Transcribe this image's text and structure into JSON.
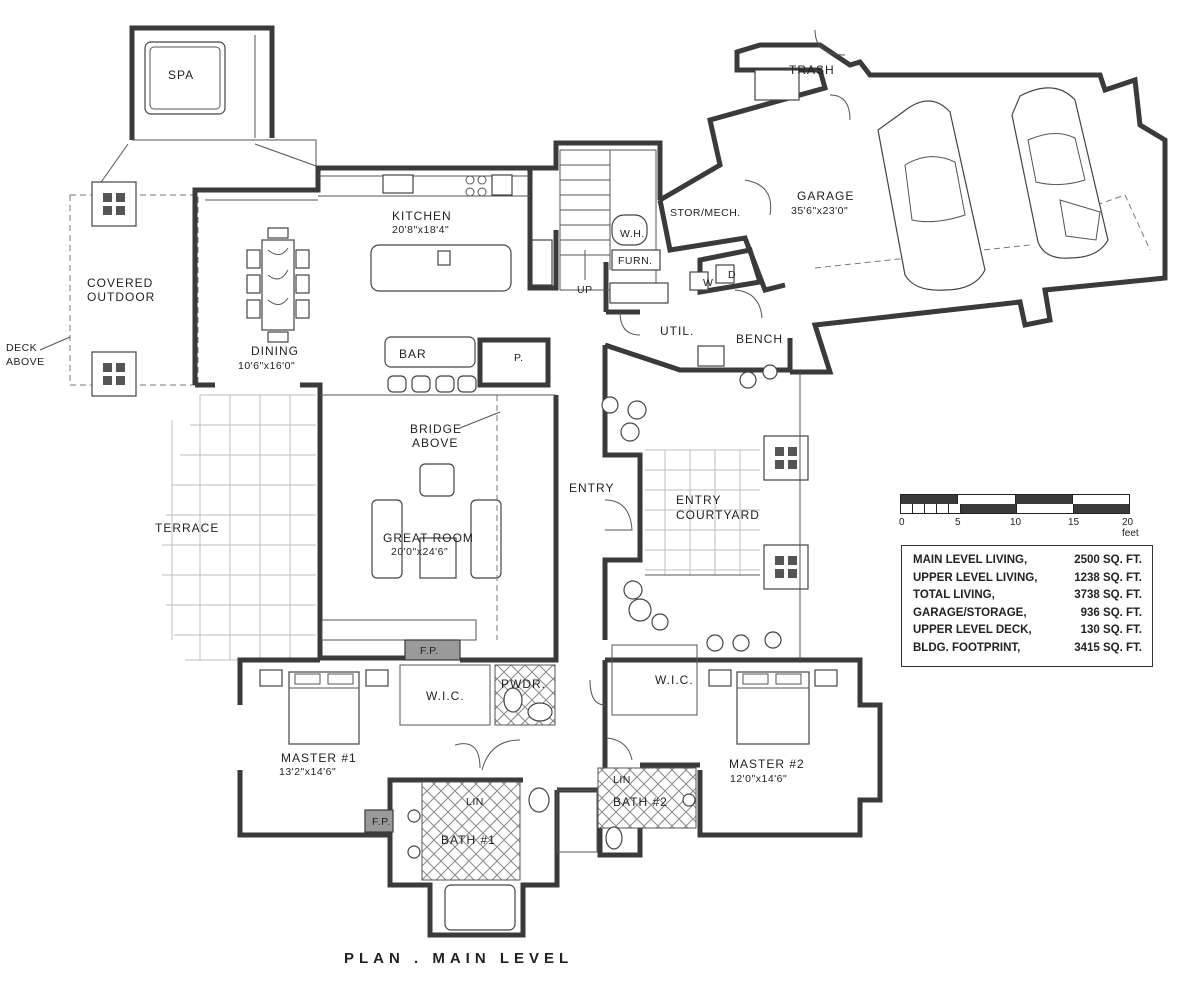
{
  "plan_title": "PLAN . MAIN LEVEL",
  "rooms": {
    "spa": "SPA",
    "trash": "TRASH",
    "garage": "GARAGE",
    "garage_dim": "35'6\"x23'0\"",
    "stor_mech": "STOR/MECH.",
    "wh": "W.H.",
    "furn": "FURN.",
    "washer": "W",
    "dryer": "D",
    "util": "UTIL.",
    "bench": "BENCH",
    "kitchen": "KITCHEN",
    "kitchen_dim": "20'8\"x18'4\"",
    "up": "UP",
    "covered_1": "COVERED",
    "covered_2": "OUTDOOR",
    "deck_1": "DECK",
    "deck_2": "ABOVE",
    "dining": "DINING",
    "dining_dim": "10'6\"x16'0\"",
    "bar": "BAR",
    "pantry": "P.",
    "bridge_1": "BRIDGE",
    "bridge_2": "ABOVE",
    "entry": "ENTRY",
    "courtyard_1": "ENTRY",
    "courtyard_2": "COURTYARD",
    "terrace": "TERRACE",
    "great_room": "GREAT ROOM",
    "great_room_dim": "20'0\"x24'6\"",
    "fp_great": "F.P.",
    "wic_1": "W.I.C.",
    "pwdr": "PWDR.",
    "wic_2": "W.I.C.",
    "master1": "MASTER #1",
    "master1_dim": "13'2\"x14'6\"",
    "master2": "MASTER #2",
    "master2_dim": "12'0\"x14'6\"",
    "fp_master": "F.P.",
    "lin_1": "LIN",
    "lin_2": "LIN",
    "bath1": "BATH #1",
    "bath2": "BATH #2"
  },
  "scale": {
    "labels": [
      "0",
      "5",
      "10",
      "15",
      "20 feet"
    ]
  },
  "areas": [
    {
      "label": "MAIN LEVEL LIVING,",
      "value": "2500 SQ. FT."
    },
    {
      "label": "UPPER LEVEL LIVING,",
      "value": "1238 SQ. FT."
    },
    {
      "label": "TOTAL LIVING,",
      "value": "3738 SQ. FT."
    },
    {
      "label": "GARAGE/STORAGE,",
      "value": "936 SQ. FT."
    },
    {
      "label": "UPPER LEVEL DECK,",
      "value": "130 SQ. FT."
    },
    {
      "label": "BLDG. FOOTPRINT,",
      "value": "3415 SQ. FT."
    }
  ]
}
